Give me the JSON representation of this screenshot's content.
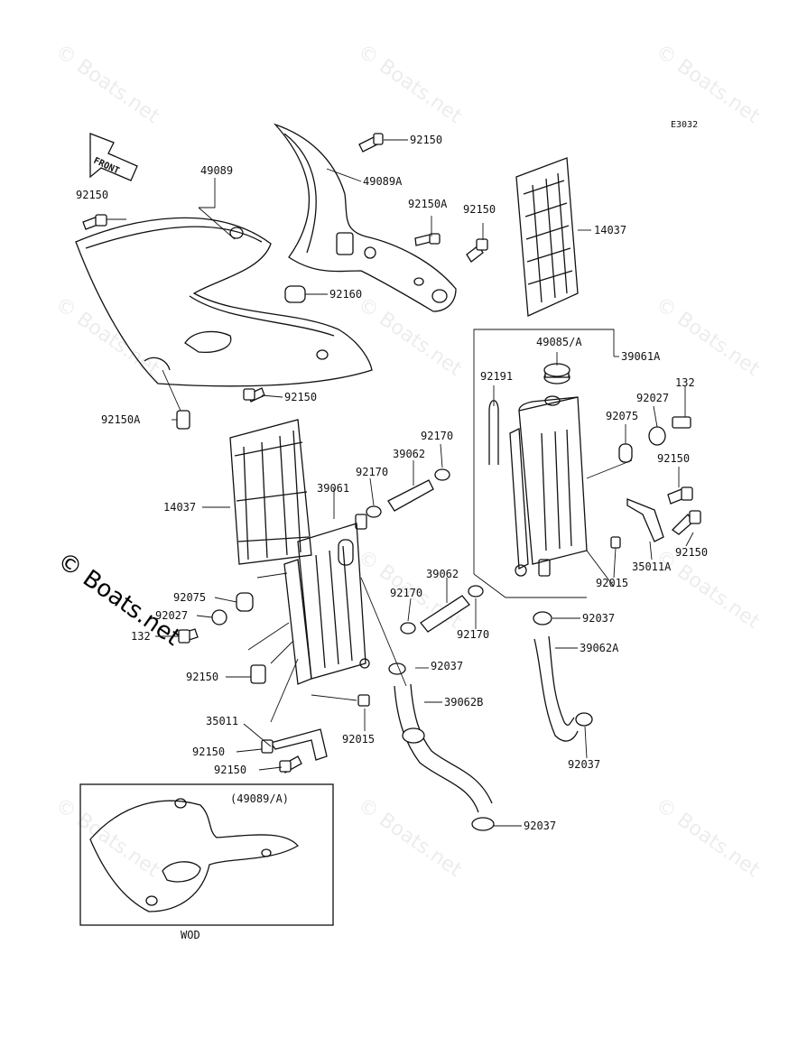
{
  "diagram_code": "E3032",
  "front_label": "FRONT",
  "inset_title": "(49089/A)",
  "inset_caption": "WOD",
  "watermark": "© Boats.net",
  "side_watermark": "© Boats.net",
  "parts": [
    "92150",
    "49089A",
    "92150A",
    "92150",
    "14037",
    "49089",
    "92150",
    "92160",
    "92150",
    "92150A",
    "49085/A",
    "39061A",
    "92191",
    "132",
    "92027",
    "92075",
    "92170",
    "39062",
    "92150",
    "92170",
    "39061",
    "14037",
    "92150",
    "35011A",
    "92015",
    "39062",
    "92170",
    "92170",
    "92037",
    "92075",
    "92027",
    "132",
    "92037",
    "39062A",
    "92150",
    "92015",
    "39062B",
    "35011",
    "92150",
    "92150",
    "92037",
    "92037"
  ]
}
